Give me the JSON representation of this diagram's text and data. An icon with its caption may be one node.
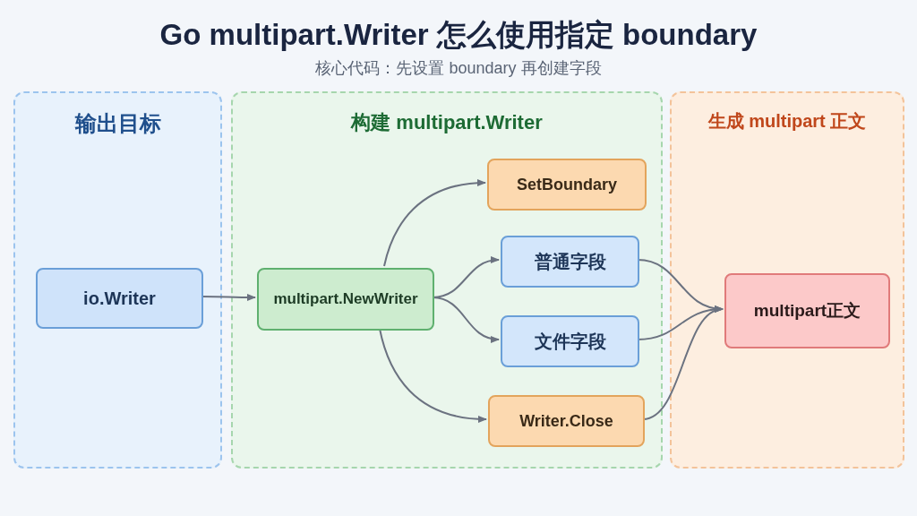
{
  "diagram": {
    "title": "Go multipart.Writer 怎么使用指定 boundary",
    "nodes": [
      {
        "text": [
          "输出目标"
        ]
      },
      {
        "text": [
          "io.Writer"
        ],
        "in": 0
      },
      {
        "text": [
          "构建 multipart.Writer"
        ]
      },
      {
        "text": [
          "multipart.NewWriter"
        ],
        "in": 2
      },
      {
        "text": [
          "SetBoundary"
        ],
        "in": 2
      },
      {
        "text": [
          "普通字段"
        ],
        "in": 2
      },
      {
        "text": [
          "文件字段"
        ],
        "in": 2
      },
      {
        "text": [
          "Writer.Close"
        ],
        "in": 2
      },
      {
        "text": [
          "生成 multipart 正文"
        ]
      },
      {
        "text": [
          "multipart正文"
        ],
        "in": 8
      }
    ],
    "edges": [
      {
        "from": 1,
        "to": 3,
        "arrow": "to"
      },
      {
        "from": 3,
        "to": 4,
        "arrow": "to"
      },
      {
        "from": 3,
        "to": 5,
        "arrow": "to"
      },
      {
        "from": 3,
        "to": 6,
        "arrow": "to"
      },
      {
        "from": 3,
        "to": 7,
        "arrow": "to"
      },
      {
        "from": 5,
        "to": 9,
        "arrow": "to"
      },
      {
        "from": 6,
        "to": 9,
        "arrow": "to"
      },
      {
        "from": 7,
        "to": 9,
        "arrow": "to"
      }
    ],
    "labels": [
      "核心代码：先设置 boundary 再创建字段"
    ]
  }
}
